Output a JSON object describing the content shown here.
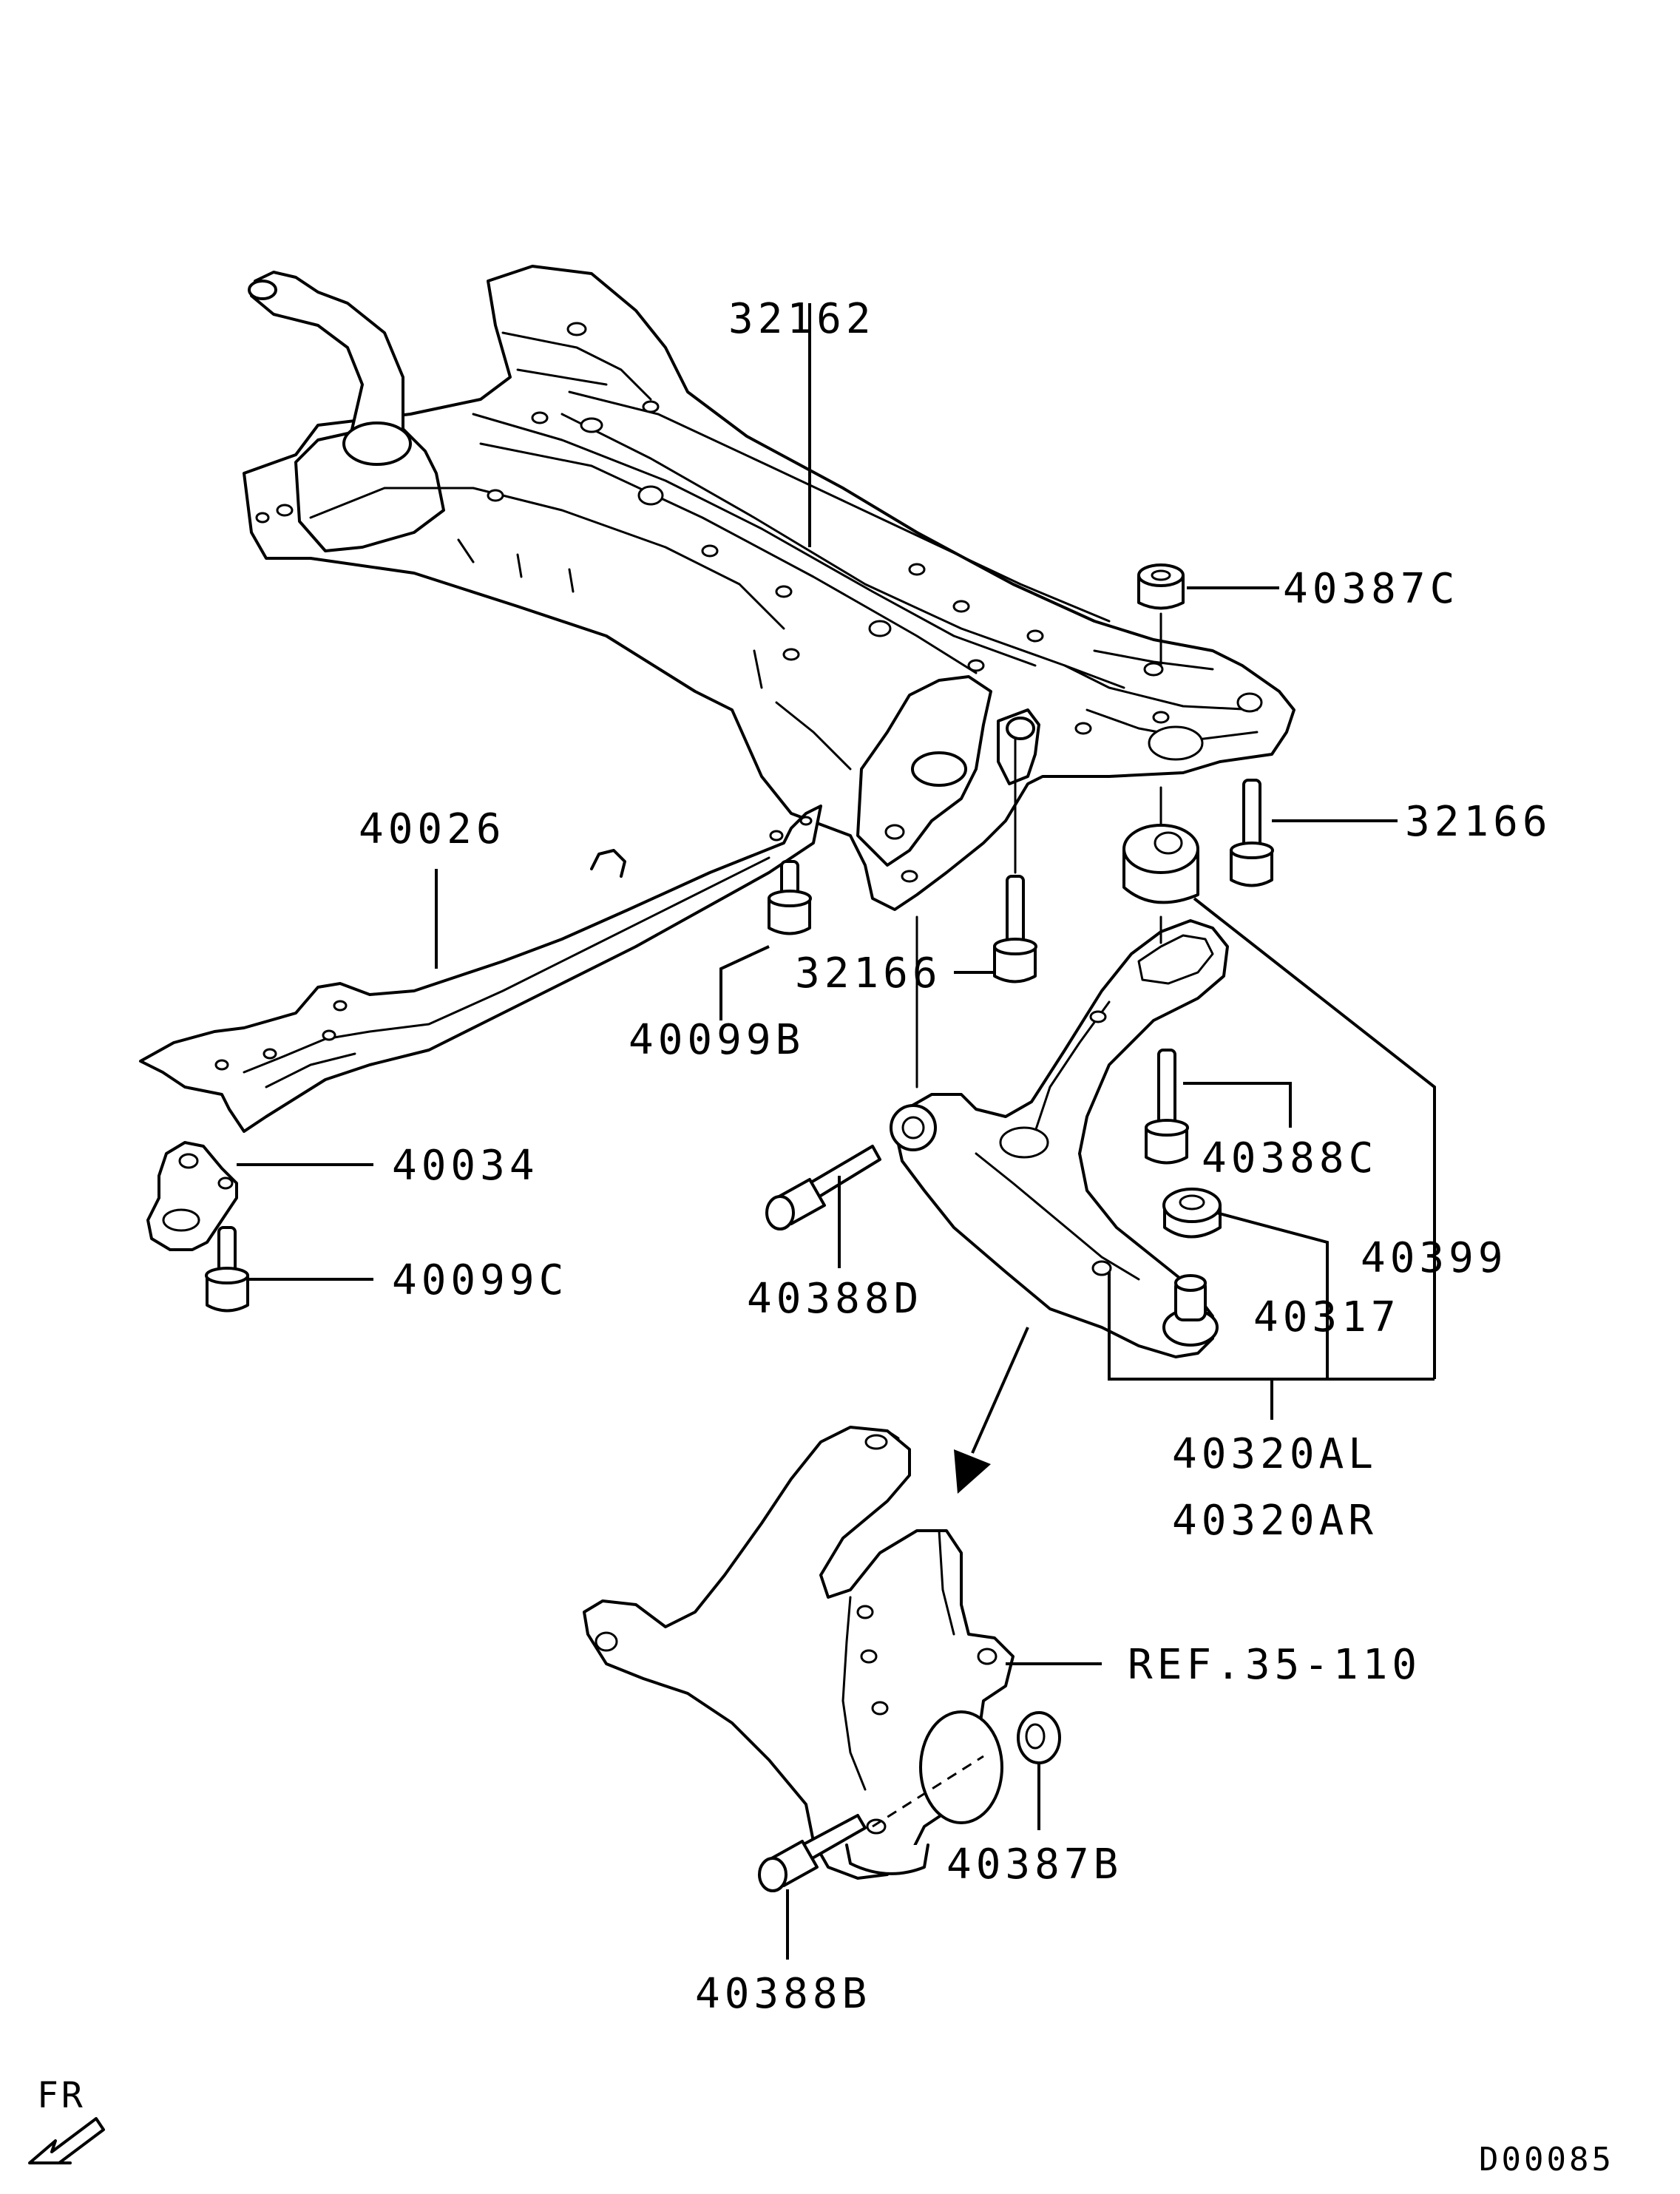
{
  "labels": {
    "p32162": "32162",
    "p40387C": "40387C",
    "p32166_right": "32166",
    "p40026": "40026",
    "p40099B": "40099B",
    "p32166_center": "32166",
    "p40388C": "40388C",
    "p40034": "40034",
    "p40399": "40399",
    "p40099C": "40099C",
    "p40317": "40317",
    "p40388D": "40388D",
    "p40320AL": "40320AL",
    "p40320AR": "40320AR",
    "ref": "REF.35-110",
    "p40387B": "40387B",
    "p40388B": "40388B",
    "front": "FR",
    "code": "D00085"
  },
  "colors": {
    "line": "#000000",
    "background": "#ffffff"
  }
}
